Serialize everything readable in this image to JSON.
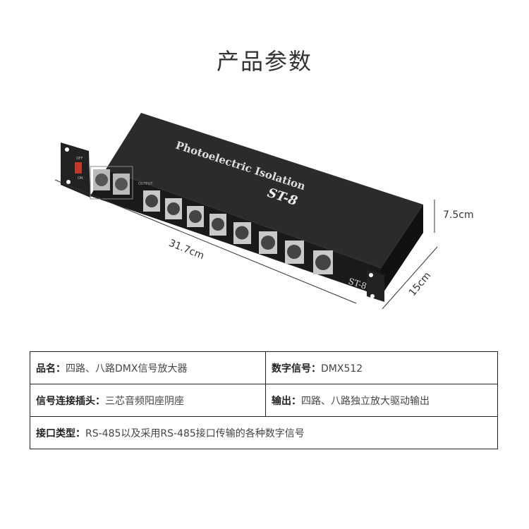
{
  "title": "产品参数",
  "product": {
    "panel_text": "Photoelectric Isolation",
    "model": "ST-8",
    "model_plate": "ST-8",
    "switch_off": "OFF",
    "switch_on": "ON",
    "port_label": "OUTPUT"
  },
  "dimensions": {
    "length": "31.7cm",
    "height": "7.5cm",
    "depth": "15cm"
  },
  "specs": {
    "row1": {
      "left_label": "品名：",
      "left_value": "四路、八路DMX信号放大器",
      "right_label": "数字信号：",
      "right_value": "DMX512"
    },
    "row2": {
      "left_label": "信号连接插头：",
      "left_value": "三芯音频阳座阴座",
      "right_label": "输出：",
      "right_value": "四路、八路独立放大驱动输出"
    },
    "row3": {
      "label": "接口类型：",
      "value": "RS-485以及采用RS-485接口传输的各种数字信号"
    }
  },
  "colors": {
    "device_top": "#2a2a2a",
    "device_front": "#1c1c1c",
    "connector_metal": "#c9c9c9",
    "power_switch": "#c0392b"
  }
}
